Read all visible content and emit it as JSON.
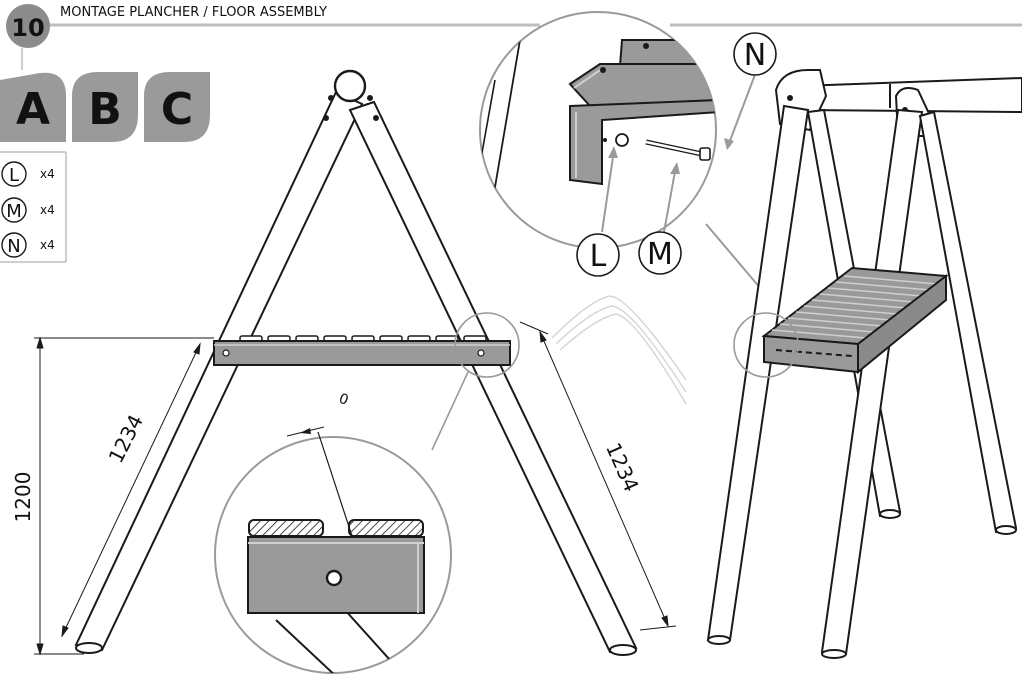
{
  "header": {
    "step_number": "10",
    "title": "MONTAGE PLANCHER / FLOOR ASSEMBLY"
  },
  "variants": [
    "A",
    "B",
    "C"
  ],
  "parts": [
    {
      "letter": "L",
      "qty": "x4"
    },
    {
      "letter": "M",
      "qty": "x4"
    },
    {
      "letter": "N",
      "qty": "x4"
    }
  ],
  "dimensions": {
    "height": "1200",
    "left_leg": "1234",
    "right_leg": "1234",
    "gap": "0"
  },
  "callouts": {
    "washer": "L",
    "bolt": "M",
    "nut": "N"
  },
  "colors": {
    "line": "#1a1a1a",
    "gray_fill": "#9a9a9a",
    "light_gray": "#cfcfcf",
    "badge_gray": "#8c8c8c",
    "header_rule": "#bdbdbd"
  }
}
